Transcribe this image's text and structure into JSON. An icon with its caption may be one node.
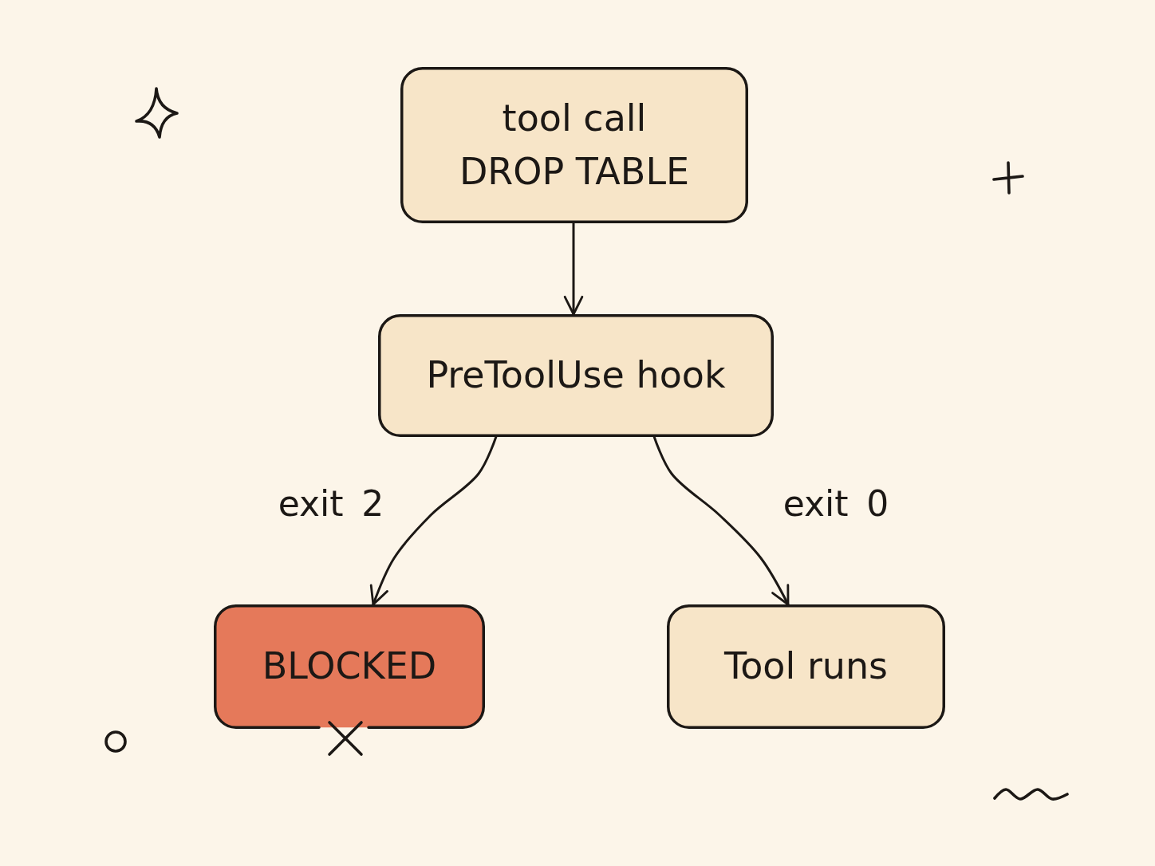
{
  "diagram": {
    "nodes": [
      {
        "text": [
          "tool call",
          "DROP TABLE"
        ]
      },
      {
        "text": [
          "PreToolUse hook"
        ]
      },
      {
        "text": [
          "BLOCKED"
        ]
      },
      {
        "text": [
          "Tool runs"
        ]
      }
    ],
    "edges": [
      {
        "from": 0,
        "to": 1,
        "arrow": "to"
      },
      {
        "from": 1,
        "to": 2,
        "arrow": "to",
        "label": "exit 2"
      },
      {
        "from": 1,
        "to": 3,
        "arrow": "to",
        "label": "exit 0"
      }
    ]
  }
}
